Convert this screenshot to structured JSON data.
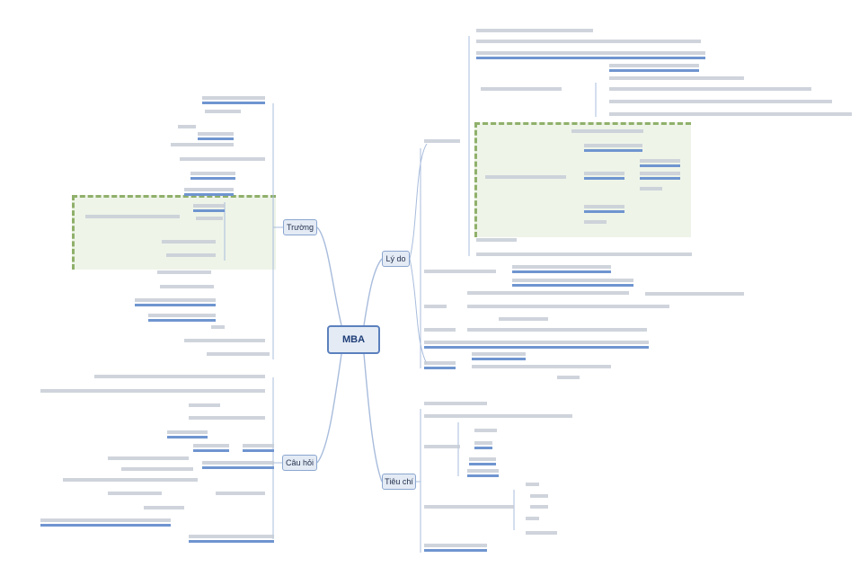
{
  "mindmap": {
    "root": {
      "label": "MBA"
    },
    "branches": [
      {
        "id": "truong",
        "label": "Trường"
      },
      {
        "id": "cau-hoi",
        "label": "Câu hỏi"
      },
      {
        "id": "ly-do",
        "label": "Lý do"
      },
      {
        "id": "tieu-chi",
        "label": "Tiêu chí"
      }
    ]
  },
  "colors": {
    "background": "#ffffff",
    "node_fill": "#e4ebf5",
    "node_border": "#8aa6cf",
    "root_border": "#5b80bd",
    "connector": "#a8bcdc",
    "leaf_text_blur": "#c7ccd6",
    "leaf_underline": "#6f95d0",
    "highlight_panel": "#eef4e8",
    "highlight_border": "#8fb06a"
  }
}
